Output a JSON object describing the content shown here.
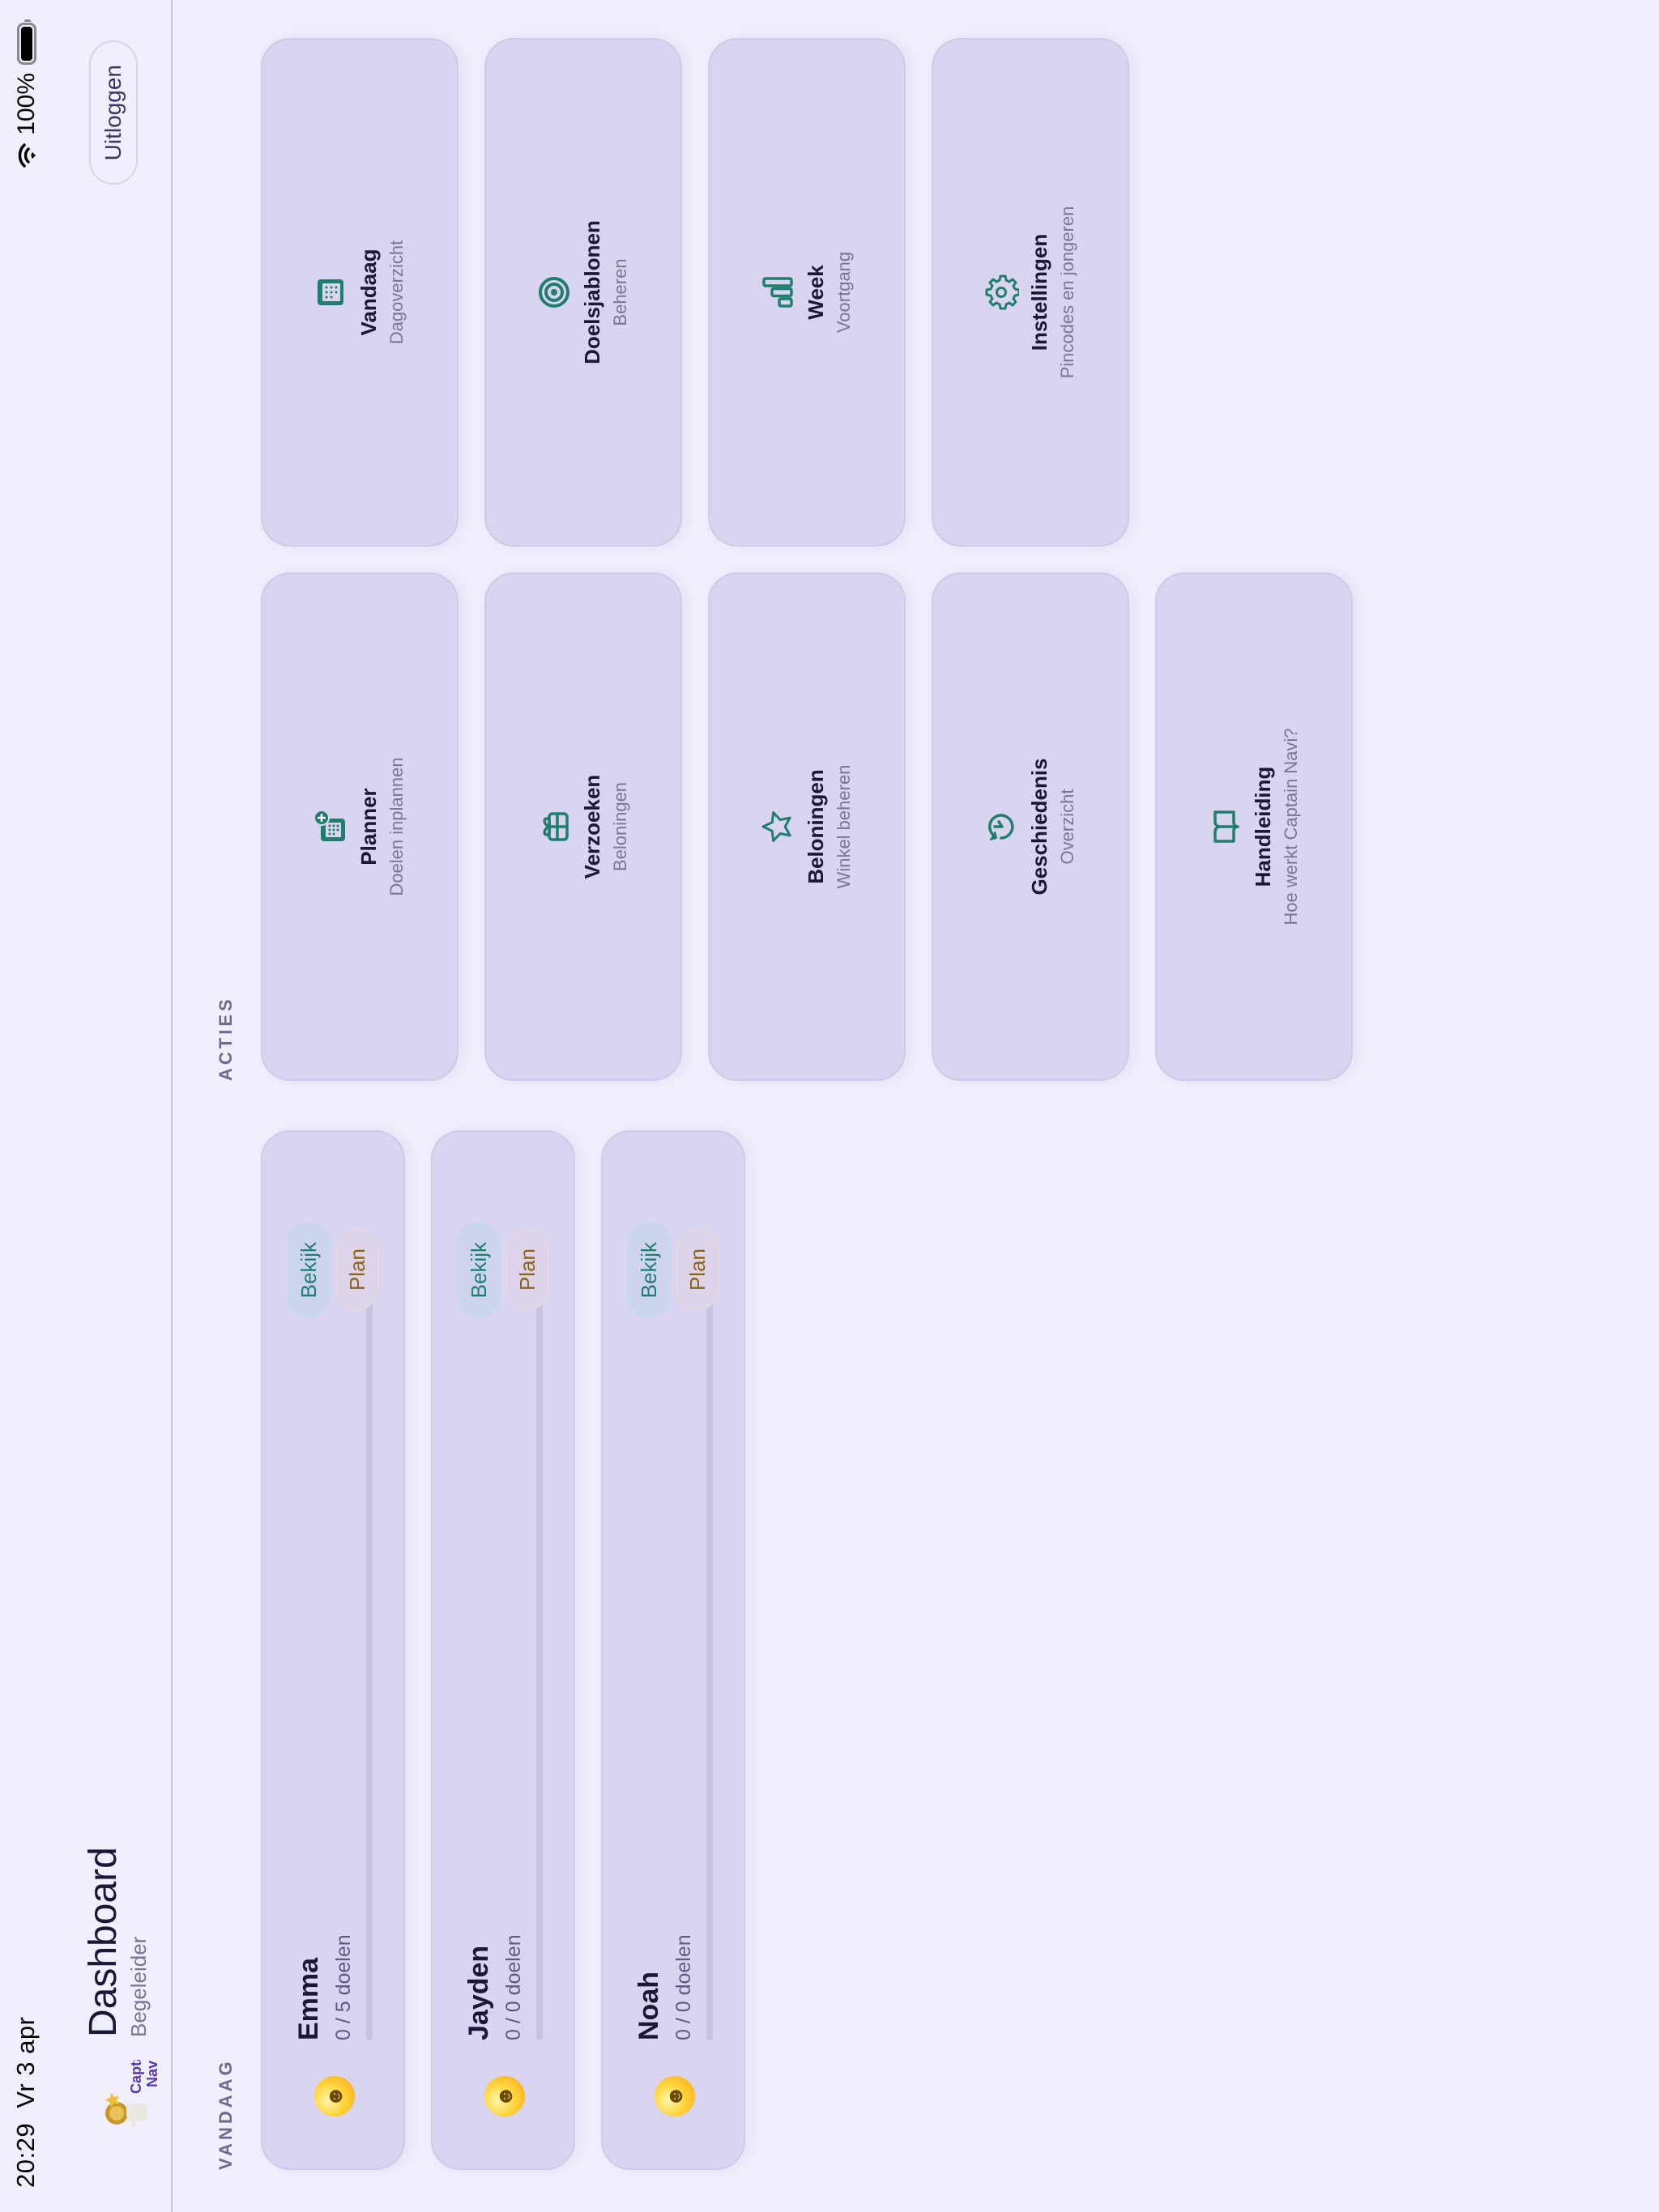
{
  "status_bar": {
    "time": "20:29",
    "date": "Vr 3 apr",
    "battery": "100%"
  },
  "header": {
    "logo_alt": "Captain Navi",
    "title": "Dashboard",
    "subtitle": "Begeleider",
    "logout_label": "Uitloggen"
  },
  "today": {
    "section_label": "VANDAAG",
    "kids": [
      {
        "name": "Emma",
        "goals": "0 / 5 doelen",
        "progress_pct": 0,
        "avatar": "smiling-face-emoji",
        "view_label": "Bekijk",
        "plan_label": "Plan"
      },
      {
        "name": "Jayden",
        "goals": "0 / 0 doelen",
        "progress_pct": 0,
        "avatar": "smiling-face-emoji",
        "view_label": "Bekijk",
        "plan_label": "Plan"
      },
      {
        "name": "Noah",
        "goals": "0 / 0 doelen",
        "progress_pct": 0,
        "avatar": "smiling-face-emoji",
        "view_label": "Bekijk",
        "plan_label": "Plan"
      }
    ]
  },
  "actions": {
    "section_label": "ACTIES",
    "items": [
      {
        "title": "Planner",
        "subtitle": "Doelen inplannen",
        "icon": "calendar-plus-icon"
      },
      {
        "title": "Vandaag",
        "subtitle": "Dagoverzicht",
        "icon": "calendar-icon"
      },
      {
        "title": "Verzoeken",
        "subtitle": "Beloningen",
        "icon": "gift-icon"
      },
      {
        "title": "Doelsjablonen",
        "subtitle": "Beheren",
        "icon": "target-icon"
      },
      {
        "title": "Beloningen",
        "subtitle": "Winkel beheren",
        "icon": "star-icon"
      },
      {
        "title": "Week",
        "subtitle": "Voortgang",
        "icon": "bar-chart-icon"
      },
      {
        "title": "Geschiedenis",
        "subtitle": "Overzicht",
        "icon": "history-icon"
      },
      {
        "title": "Instellingen",
        "subtitle": "Pincodes en jongeren",
        "icon": "gear-icon"
      },
      {
        "title": "Handleiding",
        "subtitle": "Hoe werkt Captain Navi?",
        "icon": "book-icon"
      }
    ]
  },
  "colors": {
    "background": "#f1effd",
    "card": "#d9d4f0",
    "accent": "#1f7e6e",
    "plan": "#8a6414",
    "text": "#1a1838",
    "muted": "#7a7598"
  }
}
